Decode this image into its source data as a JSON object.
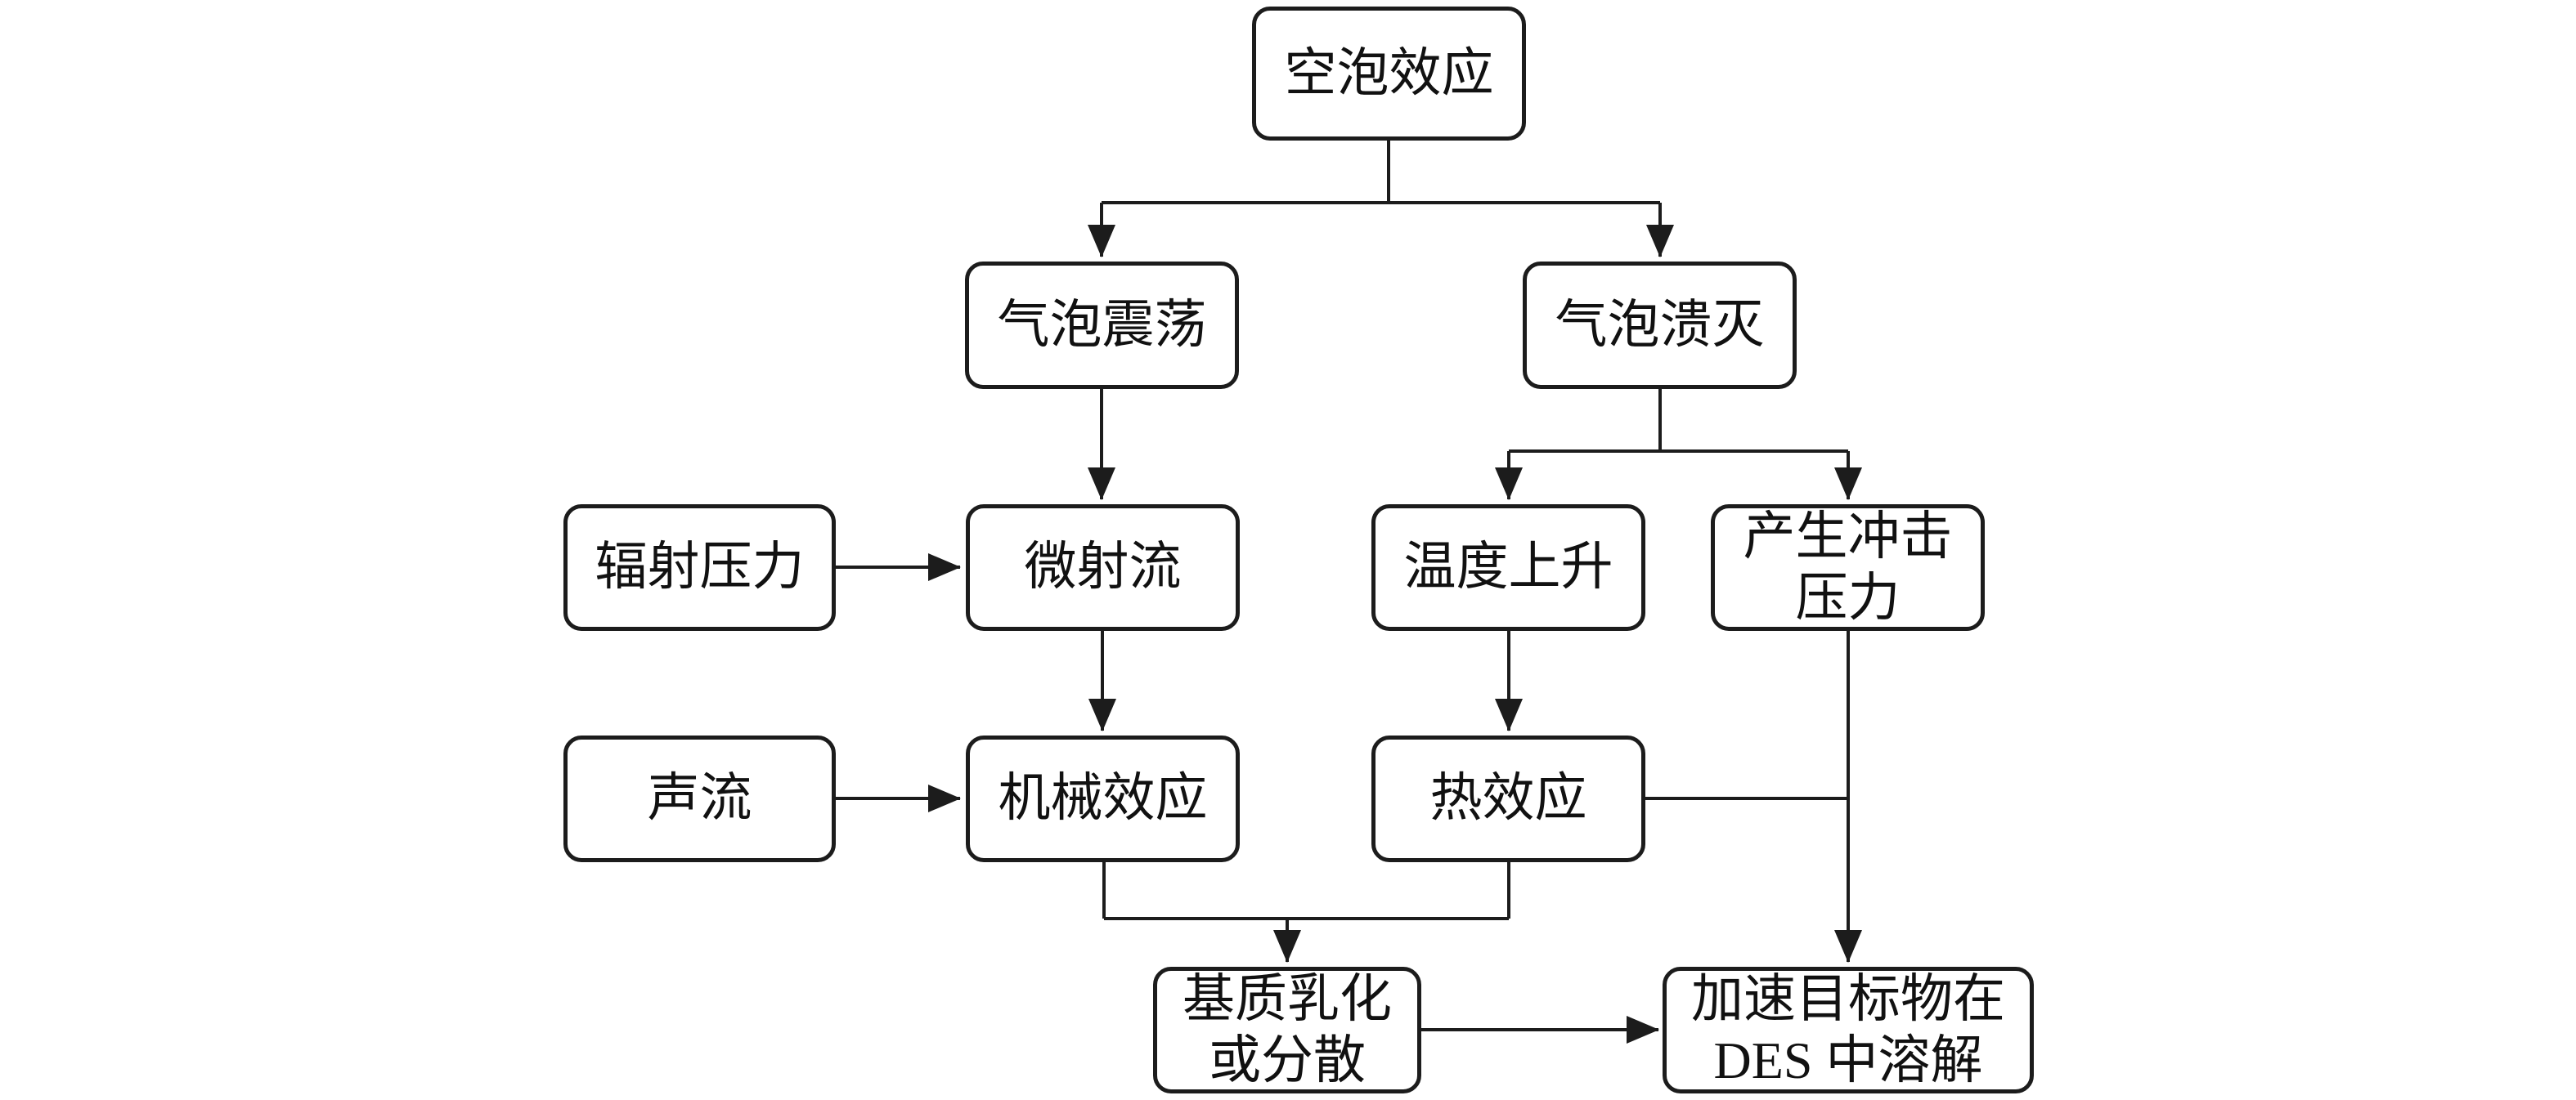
{
  "diagram": {
    "type": "flowchart",
    "background": "#ffffff",
    "box_fill": "#ffffff",
    "line_color": "#1c1c1c",
    "text_color": "#111111",
    "nodes": [
      {
        "id": "cavitation-effect",
        "label": "空泡效应"
      },
      {
        "id": "bubble-oscillation",
        "label": "气泡震荡"
      },
      {
        "id": "bubble-collapse",
        "label": "气泡溃灭"
      },
      {
        "id": "radiation-pressure",
        "label": "辐射压力"
      },
      {
        "id": "micro-jet",
        "label": "微射流"
      },
      {
        "id": "temperature-rise",
        "label": "温度上升"
      },
      {
        "id": "impact-pressure",
        "label": "产生冲击\n压力"
      },
      {
        "id": "acoustic-streaming",
        "label": "声流"
      },
      {
        "id": "mechanical-effect",
        "label": "机械效应"
      },
      {
        "id": "thermal-effect",
        "label": "热效应"
      },
      {
        "id": "matrix-emulsification",
        "label": "基质乳化\n或分散"
      },
      {
        "id": "des-dissolution",
        "label": "加速目标物在\nDES 中溶解"
      }
    ],
    "edges": [
      {
        "from": "空泡效应",
        "to": "气泡震荡"
      },
      {
        "from": "空泡效应",
        "to": "气泡溃灭"
      },
      {
        "from": "气泡震荡",
        "to": "微射流"
      },
      {
        "from": "气泡溃灭",
        "to": "温度上升"
      },
      {
        "from": "气泡溃灭",
        "to": "产生冲击压力"
      },
      {
        "from": "辐射压力",
        "to": "微射流"
      },
      {
        "from": "微射流",
        "to": "机械效应"
      },
      {
        "from": "温度上升",
        "to": "热效应"
      },
      {
        "from": "声流",
        "to": "机械效应"
      },
      {
        "from": "机械效应",
        "to": "基质乳化或分散"
      },
      {
        "from": "热效应",
        "to": "基质乳化或分散"
      },
      {
        "from": "热效应",
        "to": "加速目标物在DES中溶解"
      },
      {
        "from": "产生冲击压力",
        "to": "加速目标物在DES中溶解"
      },
      {
        "from": "基质乳化或分散",
        "to": "加速目标物在DES中溶解"
      }
    ]
  }
}
